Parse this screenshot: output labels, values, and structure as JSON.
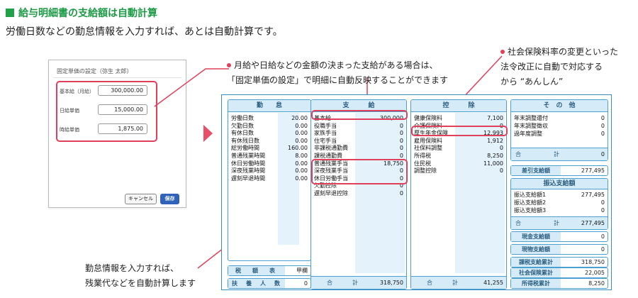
{
  "title": "給与明細書の支給額は自動計算",
  "subtitle": "労働日数などの勤怠情報を入力すれば、あとは自動計算です。",
  "colors": {
    "accent_green": "#22a04a",
    "highlight": "#e0405a",
    "sheet_blue": "#4aa0d0"
  },
  "dialog": {
    "title": "固定単価の設定（弥生 太郎）",
    "fields": [
      {
        "label": "基本給（月給）",
        "value": "300,000.00"
      },
      {
        "label": "日給単価",
        "value": "15,000.00"
      },
      {
        "label": "時給単価",
        "value": "1,875.00"
      }
    ],
    "cancel_label": "キャンセル",
    "save_label": "保存"
  },
  "callouts": {
    "fixed_rate": [
      "月給や日給などの金額の決まった支給がある場合は、",
      "「固定単価の設定」で明細に自動反映することができます"
    ],
    "insurance": [
      "社会保険料率の変更といった",
      "法令改正に自動で対応する",
      "から “あんしん”"
    ],
    "attendance": [
      "勤怠情報を入力すれば、",
      "残業代などを自動計算します"
    ]
  },
  "payslip": {
    "attendance": {
      "header": "勤　　怠",
      "rows": [
        {
          "label": "労働日数",
          "value": "20.00"
        },
        {
          "label": "欠勤日数",
          "value": "0.00"
        },
        {
          "label": "有休日数",
          "value": "0.00"
        },
        {
          "label": "有休残日数",
          "value": "0.00"
        },
        {
          "label": "総労働時間",
          "value": "160.00"
        },
        {
          "label": "普通残業時間",
          "value": "8.00"
        },
        {
          "label": "休日労働時間",
          "value": "0.00"
        },
        {
          "label": "深夜残業時間",
          "value": "0.00"
        },
        {
          "label": "遅刻早退時間",
          "value": "0.00"
        }
      ],
      "tax_label": "税　額　表",
      "tax_value": "甲欄",
      "dependents_label": "扶　養　人　数",
      "dependents_value": "0"
    },
    "payments": {
      "header": "支　　　給",
      "rows": [
        {
          "label": "基本給",
          "value": "300,000"
        },
        {
          "label": "役職手当",
          "value": "0"
        },
        {
          "label": "家族手当",
          "value": "0"
        },
        {
          "label": "住宅手当",
          "value": "0"
        },
        {
          "label": "非課税通勤費",
          "value": "0"
        },
        {
          "label": "課税通勤費",
          "value": "0"
        },
        {
          "label": "普通残業手当",
          "value": "18,750"
        },
        {
          "label": "深夜残業手当",
          "value": "0"
        },
        {
          "label": "休日労働手当",
          "value": "0"
        },
        {
          "label": "欠勤控除",
          "value": "0"
        },
        {
          "label": "遅刻早退控除",
          "value": "0"
        }
      ],
      "total_label": "合　計",
      "total_value": "318,750"
    },
    "deductions": {
      "header": "控　　　除",
      "rows": [
        {
          "label": "健康保険料",
          "value": "7,100"
        },
        {
          "label": "介護保険料",
          "value": "0"
        },
        {
          "label": "厚生年金保険",
          "value": "12,993"
        },
        {
          "label": "雇用保険料",
          "value": "1,912"
        },
        {
          "label": "社保料調整",
          "value": "0"
        },
        {
          "label": "所得税",
          "value": "8,250"
        },
        {
          "label": "住民税",
          "value": "11,000"
        },
        {
          "label": "調整控除",
          "value": "0"
        }
      ],
      "total_label": "合　計",
      "total_value": "41,255"
    },
    "other": {
      "header": "そ　の　他",
      "rows": [
        {
          "label": "年末調整還付",
          "value": "0"
        },
        {
          "label": "年末調整徴収",
          "value": "0"
        },
        {
          "label": "過年度調整",
          "value": "0"
        }
      ],
      "subtotal_label": "合　　計",
      "subtotal_value": "0",
      "net_label": "差引支給額",
      "net_value": "277,495",
      "transfer_header": "振込支給額",
      "transfer_rows": [
        {
          "label": "振込支給額1",
          "value": "277,495"
        },
        {
          "label": "振込支給額2",
          "value": "0"
        },
        {
          "label": "振込支給額3",
          "value": "0"
        }
      ],
      "transfer_total_label": "合　　計",
      "transfer_total_value": "277,495",
      "cash_label": "現金支給額",
      "cash_value": "0",
      "goods_label": "現物支給額",
      "goods_value": "0",
      "taxable_cum_label": "課税支給累計",
      "taxable_cum_value": "318,750",
      "social_cum_label": "社会保険累計",
      "social_cum_value": "22,005",
      "income_tax_cum_label": "所得税累計",
      "income_tax_cum_value": "8,250"
    }
  }
}
